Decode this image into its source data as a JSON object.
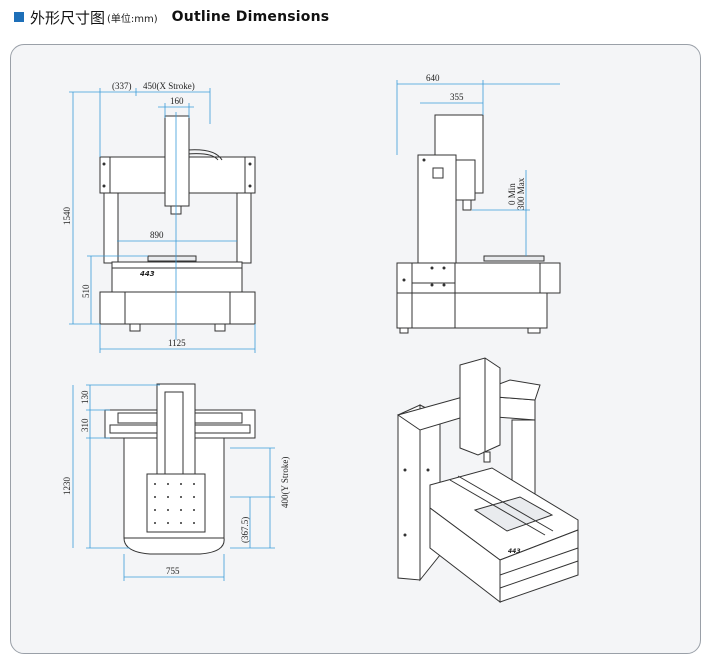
{
  "header": {
    "title_zh": "外形尺寸图",
    "unit": "(单位:mm)",
    "title_en": "Outline Dimensions"
  },
  "front_view": {
    "dim_337": "(337)",
    "dim_450": "450(X Stroke)",
    "dim_160": "160",
    "dim_1540": "1540",
    "dim_890": "890",
    "dim_510": "510",
    "dim_1125": "1125",
    "logo": "443"
  },
  "side_view": {
    "dim_640": "640",
    "dim_355": "355",
    "dim_0min": "0 Min",
    "dim_300max": "300 Max"
  },
  "top_view": {
    "dim_130": "130",
    "dim_310": "310",
    "dim_1230": "1230",
    "dim_400": "400(Y Stroke)",
    "dim_367": "(367.5)",
    "dim_755": "755"
  },
  "iso_view": {
    "logo": "443"
  },
  "colors": {
    "accent": "#1e6fb8",
    "dimension_line": "#3a9bd8",
    "panel_bg": "#f4f5f7"
  }
}
